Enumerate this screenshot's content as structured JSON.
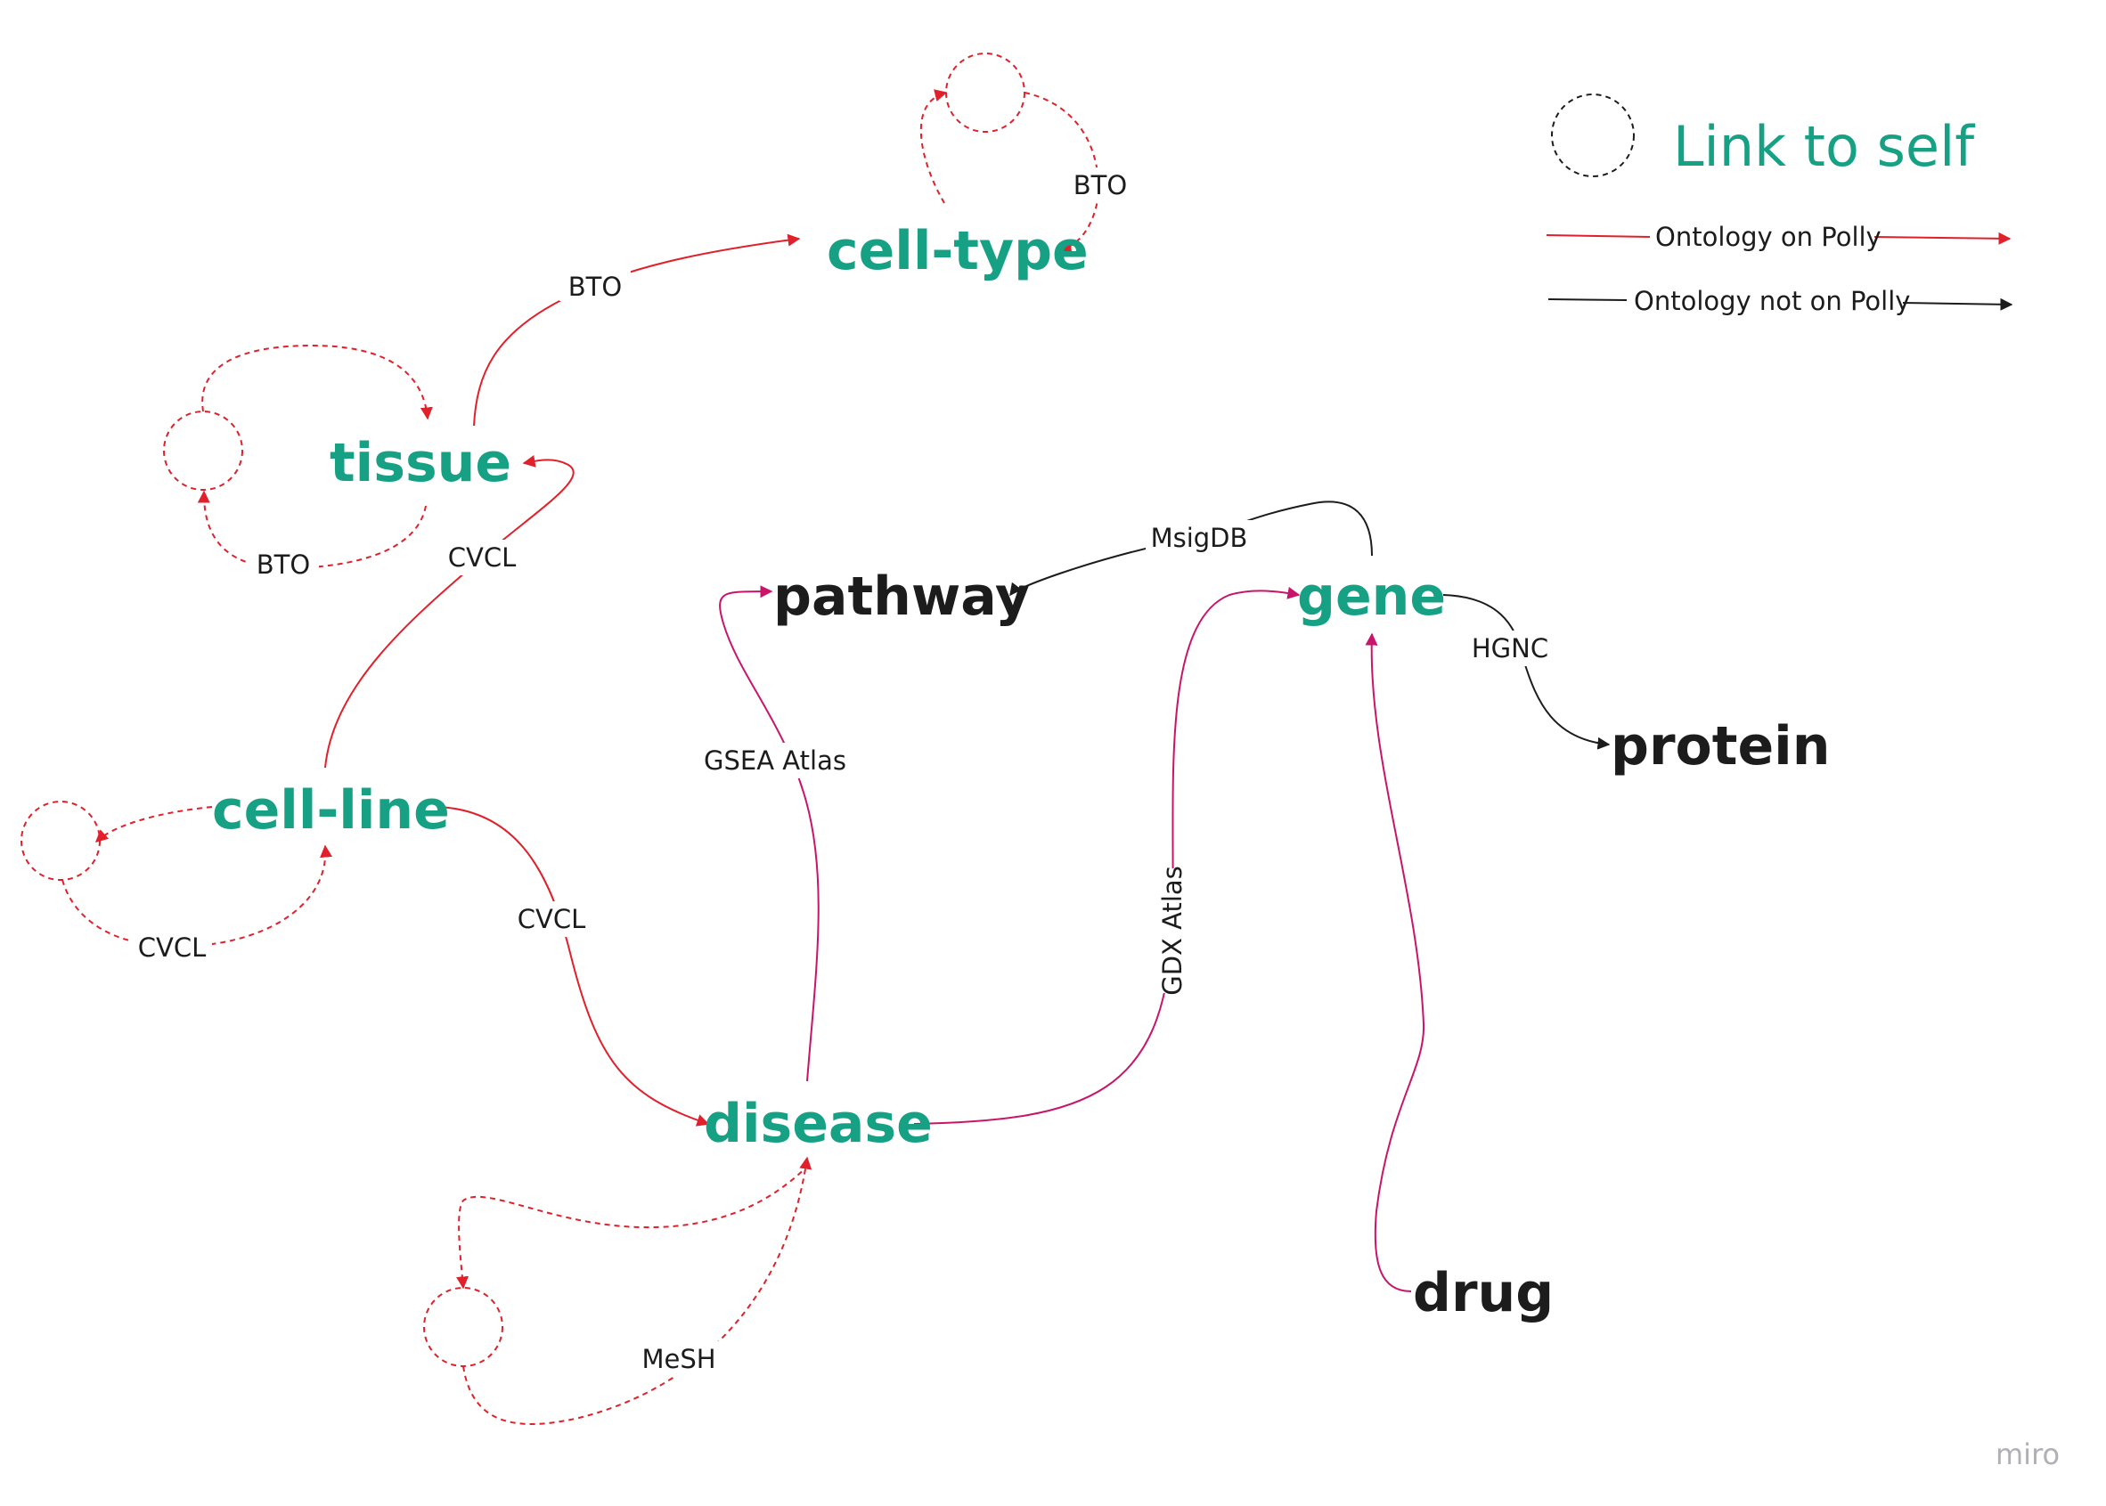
{
  "nodes": {
    "cell_type": "cell-type",
    "tissue": "tissue",
    "cell_line": "cell-line",
    "disease": "disease",
    "pathway": "pathway",
    "gene": "gene",
    "protein": "protein",
    "drug": "drug"
  },
  "edges": {
    "tissue_celltype": "BTO",
    "celltype_self": "BTO",
    "tissue_self": "BTO",
    "cellline_tissue": "CVCL",
    "cellline_self": "CVCL",
    "cellline_disease": "CVCL",
    "disease_pathway": "GSEA Atlas",
    "disease_gene": "GDX Atlas",
    "gene_pathway": "MsigDB",
    "gene_protein": "HGNC",
    "disease_self": "MeSH"
  },
  "legend": {
    "title": "Link to self",
    "on_polly": "Ontology on Polly",
    "not_on_polly": "Ontology not on Polly"
  },
  "colors": {
    "polly_node": "#17a184",
    "other_node": "#1c1c1c",
    "ontology_on_polly": "#e0202a",
    "ontology_not_on_polly": "#1c1c1c",
    "cross_link": "#c8156a"
  },
  "watermark": "miro"
}
